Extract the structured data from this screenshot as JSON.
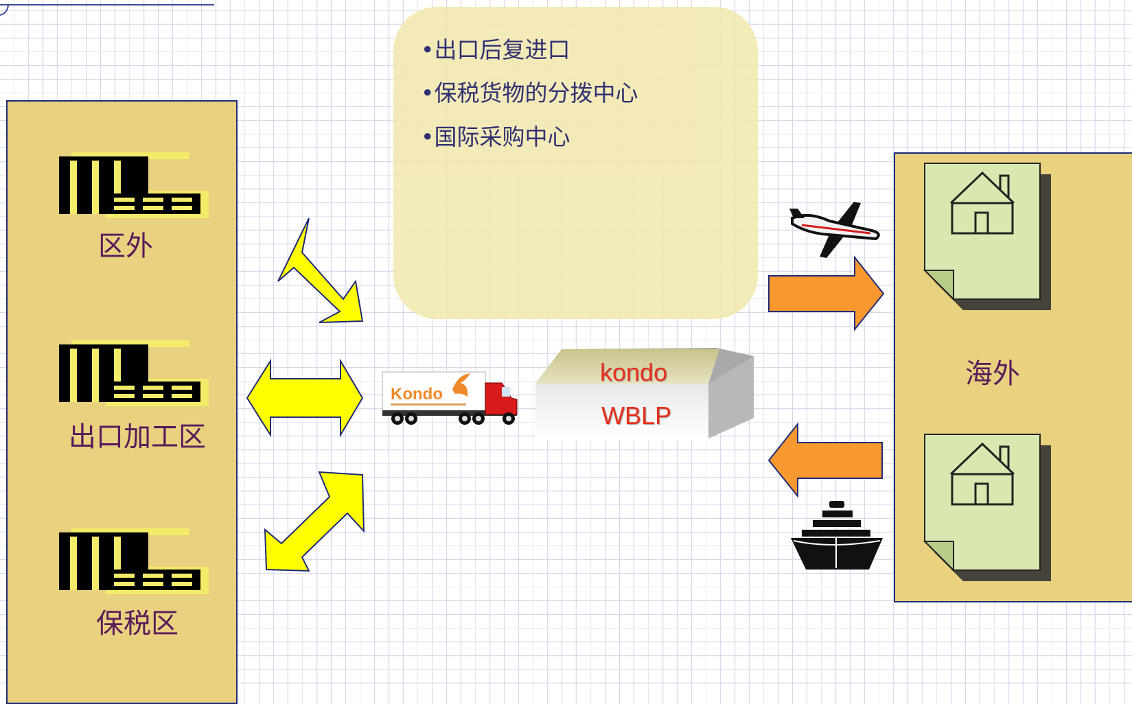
{
  "info_box": {
    "items": [
      "•出口后复进口",
      "•保税货物的分拨中心",
      "•国际采购中心"
    ]
  },
  "left_zones": [
    {
      "label": "区外"
    },
    {
      "label": "出口加工区"
    },
    {
      "label": "保税区"
    }
  ],
  "warehouse": {
    "line1": "kondo",
    "line2": "WBLP"
  },
  "overseas": {
    "label": "海外"
  },
  "colors": {
    "panel": "#e8d17f",
    "panel_border": "#1f2a78",
    "info_box": "#f2e9b2",
    "double_arrow": "#ffff00",
    "flow_arrow": "#f7992f",
    "document_fill": "#d8e8b0",
    "kondo_text": "#e8301c",
    "zone_label": "#5a1b5a"
  },
  "icons": [
    "factory-icon",
    "truck-icon",
    "airplane-icon",
    "ship-icon",
    "house-document-icon"
  ]
}
